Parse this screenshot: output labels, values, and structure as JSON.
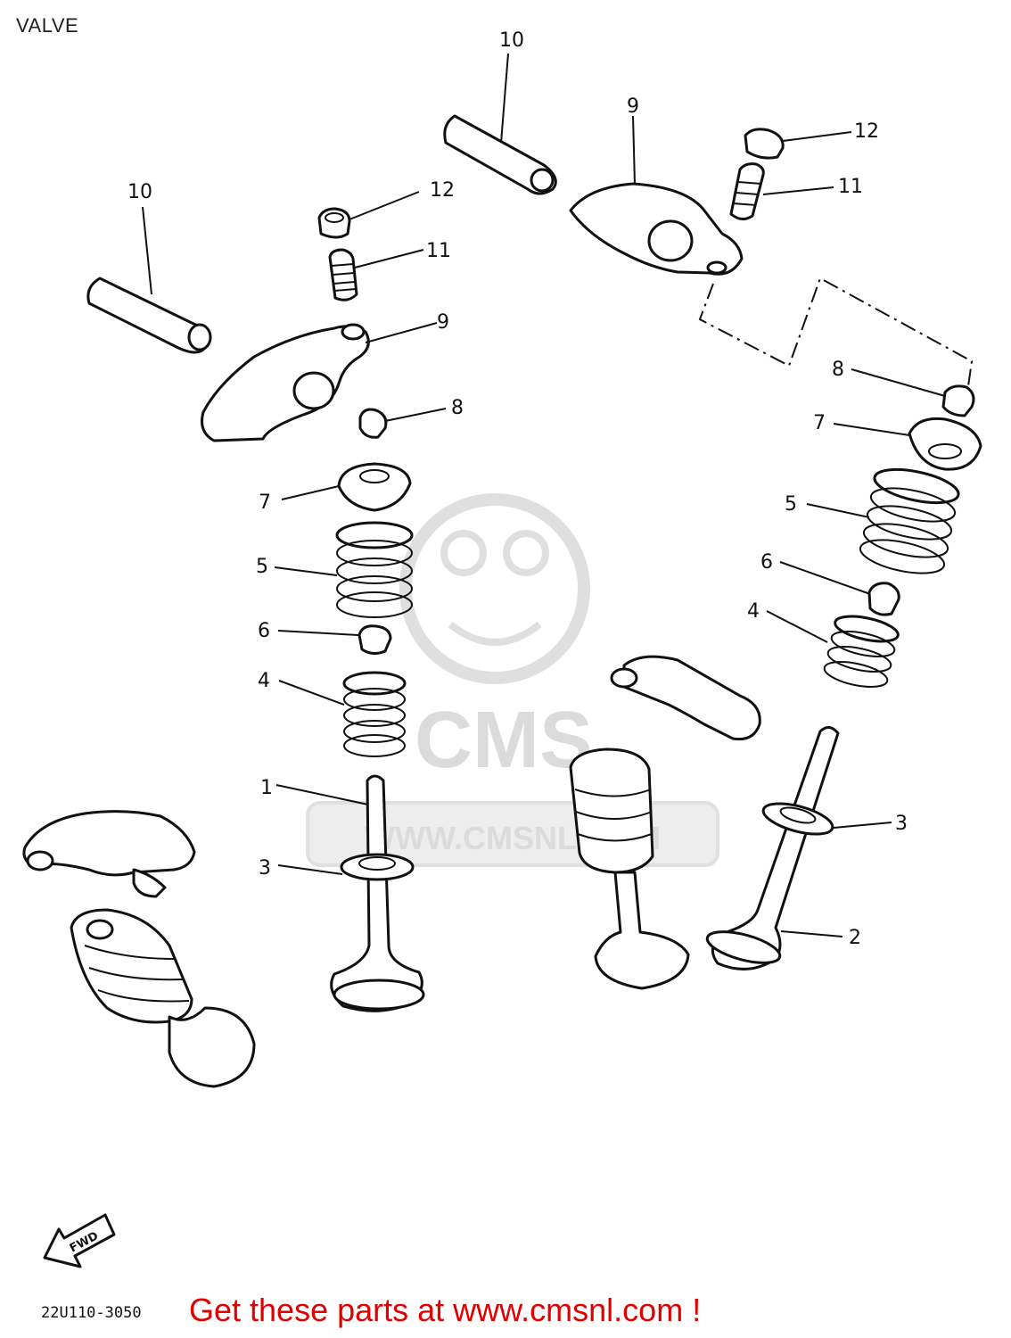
{
  "header": {
    "title": "VALVE"
  },
  "footer": {
    "diagram_code": "22U110-3050",
    "promo_text": "Get these parts at www.cmsnl.com !",
    "promo_color": "#e00000"
  },
  "watermark": {
    "logo_text": "CMS",
    "url_text": "WWW.CMSNL.COM"
  },
  "fwd_badge": {
    "label": "FWD"
  },
  "callouts": {
    "c1": "1",
    "c2": "2",
    "c3a": "3",
    "c3b": "3",
    "c4a": "4",
    "c4b": "4",
    "c5a": "5",
    "c5b": "5",
    "c6a": "6",
    "c6b": "6",
    "c7a": "7",
    "c7b": "7",
    "c8a": "8",
    "c8b": "8",
    "c9a": "9",
    "c9b": "9",
    "c10a": "10",
    "c10b": "10",
    "c11a": "11",
    "c11b": "11",
    "c12a": "12",
    "c12b": "12"
  }
}
